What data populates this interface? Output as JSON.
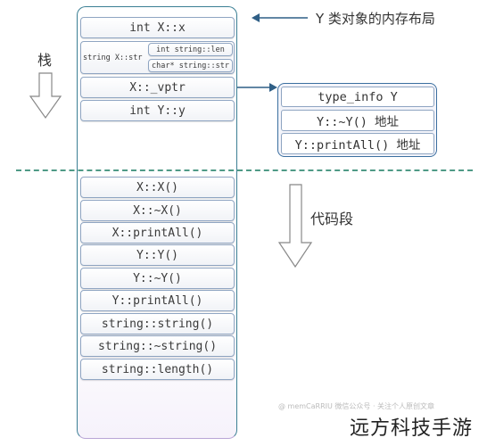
{
  "title_label": "Y 类对象的内存布局",
  "stack_label": "栈",
  "code_label": "代码段",
  "object_layout": {
    "int_x": "int X::x",
    "string_x": "string X::str",
    "string_len": "int string::len",
    "string_str": "char* string::str",
    "vptr": "X::_vptr",
    "int_y": "int Y::y"
  },
  "type_info": {
    "header": "type_info Y",
    "dtor_addr": "Y::~Y() 地址",
    "printall_addr": "Y::printAll() 地址"
  },
  "code_segment": [
    "X::X()",
    "X::~X()",
    "X::printAll()",
    "Y::Y()",
    "Y::~Y()",
    "Y::printAll()",
    "string::string()",
    "string::~string()",
    "string::length()"
  ],
  "watermark": "@ memCaRRIU 微信公众号 · 关注个人原创文章",
  "brand": "远方科技手游",
  "colors": {
    "container_border": "#3b7f94",
    "arrow": "#2f5f86",
    "divider": "#4f9a86",
    "hollow_arrow": "#888888"
  }
}
